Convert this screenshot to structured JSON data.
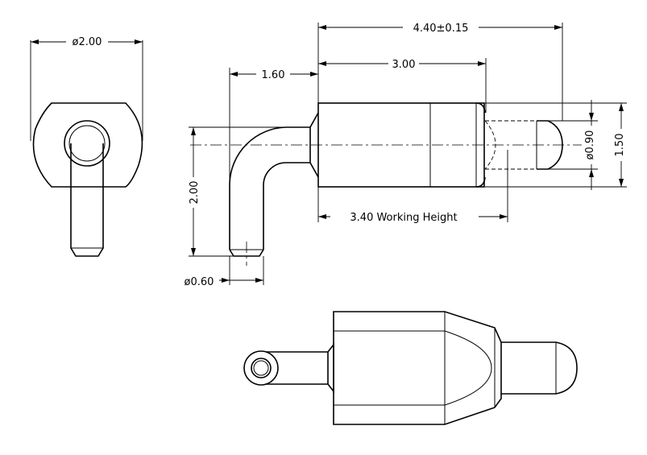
{
  "drawing": {
    "dimensions": {
      "end_diameter": "ø2.00",
      "overall_length": "4.40±0.15",
      "body_length": "3.00",
      "pin_offset": "1.60",
      "pin_drop": "2.00",
      "plunger_diameter": "ø0.90",
      "body_diameter": "1.50",
      "working_height": "3.40 Working Height",
      "pin_diameter": "ø0.60"
    }
  }
}
